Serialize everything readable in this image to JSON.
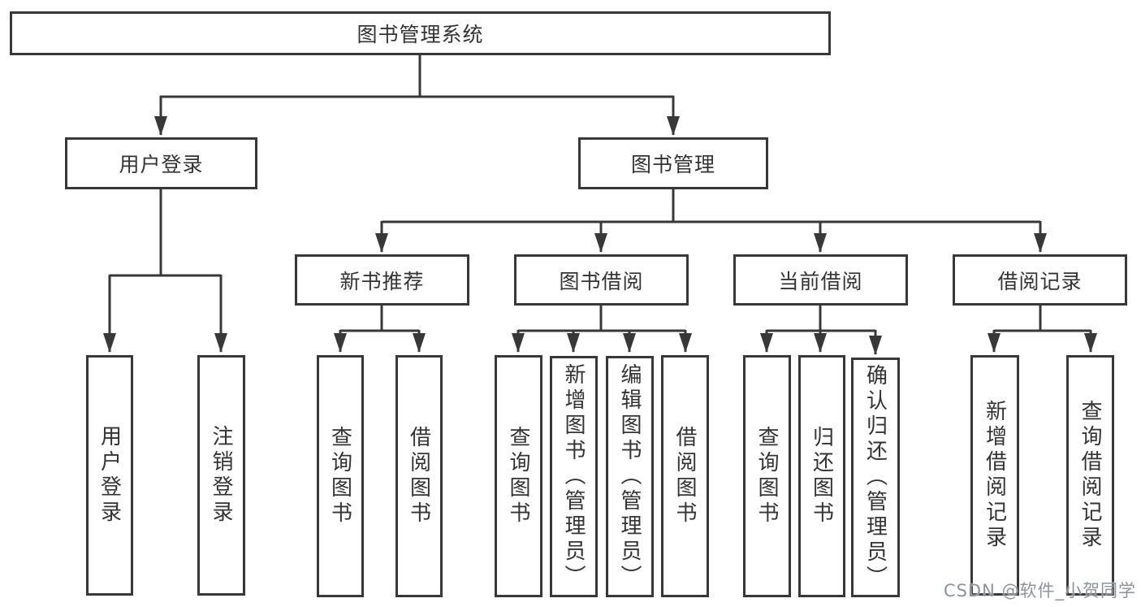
{
  "nodes": {
    "system": "图书管理系统",
    "user_login": "用户登录",
    "book_management": "图书管理",
    "new_book_recommend": "新书推荐",
    "book_borrowing": "图书借阅",
    "current_borrowing": "当前借阅",
    "borrowing_records": "借阅记录",
    "login": "用户登录",
    "logout": "注销登录",
    "query_book_a": "查询图书",
    "borrow_book_a": "借阅图书",
    "query_book_b": "查询图书",
    "add_book_admin": "新增图书（管理员）",
    "edit_book_admin": "编辑图书（管理员）",
    "borrow_book_b": "借阅图书",
    "query_book_c": "查询图书",
    "return_book": "归还图书",
    "confirm_return_admin": "确认归还（管理员）",
    "add_borrow_record": "新增借阅记录",
    "query_borrow_record": "查询借阅记录"
  },
  "edges": [
    {
      "from": "system",
      "to": "user_login"
    },
    {
      "from": "system",
      "to": "book_management"
    },
    {
      "from": "user_login",
      "to": "login"
    },
    {
      "from": "user_login",
      "to": "logout"
    },
    {
      "from": "book_management",
      "to": "new_book_recommend"
    },
    {
      "from": "book_management",
      "to": "book_borrowing"
    },
    {
      "from": "book_management",
      "to": "current_borrowing"
    },
    {
      "from": "book_management",
      "to": "borrowing_records"
    },
    {
      "from": "new_book_recommend",
      "to": "query_book_a"
    },
    {
      "from": "new_book_recommend",
      "to": "borrow_book_a"
    },
    {
      "from": "book_borrowing",
      "to": "query_book_b"
    },
    {
      "from": "book_borrowing",
      "to": "add_book_admin"
    },
    {
      "from": "book_borrowing",
      "to": "edit_book_admin"
    },
    {
      "from": "book_borrowing",
      "to": "borrow_book_b"
    },
    {
      "from": "current_borrowing",
      "to": "query_book_c"
    },
    {
      "from": "current_borrowing",
      "to": "return_book"
    },
    {
      "from": "current_borrowing",
      "to": "confirm_return_admin"
    },
    {
      "from": "borrowing_records",
      "to": "add_borrow_record"
    },
    {
      "from": "borrowing_records",
      "to": "query_borrow_record"
    }
  ],
  "colors": {
    "line": "#383838",
    "text": "#333333",
    "background": "#ffffff",
    "watermark": "#8e9399"
  },
  "watermark": "CSDN @软件_小贺同学"
}
